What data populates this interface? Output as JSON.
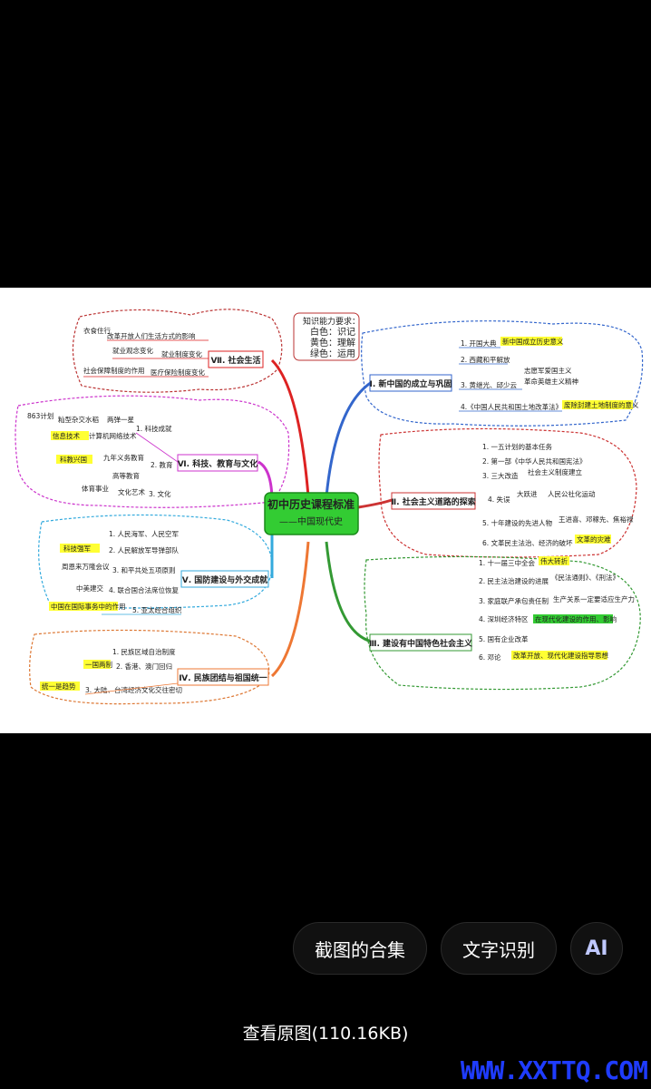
{
  "mindmap": {
    "center_title": "初中历史课程标准",
    "center_subtitle": "——中国现代史",
    "legend": [
      "知识能力要求：",
      "白色：识记",
      "黄色：理解",
      "绿色：运用"
    ],
    "b1": {
      "title": "Ⅰ. 新中国的成立与巩固",
      "l1": "1. 开国大典",
      "h1": "新中国成立历史意义",
      "l2": "2. 西藏和平解放",
      "l3": "3. 黄继光、邱少云",
      "n3a": "志愿军爱国主义",
      "n3b": "革命英雄主义精神",
      "l4": "4.《中国人民共和国土地改革法》",
      "h4": "废除封建土地制度的意义"
    },
    "b2": {
      "title": "Ⅱ. 社会主义道路的探索",
      "l1": "1. 一五计划的基本任务",
      "l2": "2. 第一部《中华人民共和国宪法》",
      "l3": "3. 三大改造",
      "n3": "社会主义制度建立",
      "l4": "4. 失误",
      "n4a": "大跃进",
      "n4b": "人民公社化运动",
      "l5": "5. 十年建设的先进人物",
      "n5": "王进喜、邓稼先、焦裕禄",
      "l6": "6. 文革民主法治、经济的破坏",
      "h6": "文革的灾难"
    },
    "b3": {
      "title": "Ⅲ. 建设有中国特色社会主义",
      "l1": "1. 十一届三中全会",
      "h1": "伟大转折",
      "l2": "2. 民主法治建设的进展",
      "n2": "《民法通则》、《刑法》",
      "l3": "3. 家庭联产承包责任制",
      "n3": "生产关系一定要适应生产力",
      "l4": "4. 深圳经济特区",
      "h4": "在现代化建设的作用、影响",
      "l5": "5. 国有企业改革",
      "l6": "6. 邓论",
      "h6": "改革开放、现代化建设指导思想"
    },
    "b4": {
      "title": "Ⅳ. 民族团结与祖国统一",
      "l1": "1. 民族区域自治制度",
      "l2": "2. 香港、澳门回归",
      "h2": "一国两制",
      "l3": "3. 大陆、台湾经济文化交往密切",
      "h3": "统一是趋势"
    },
    "b5": {
      "title": "Ⅴ. 国防建设与外交成就",
      "l1": "1. 人民海军、人民空军",
      "l2": "2. 人民解放军导弹部队",
      "h2": "科技强军",
      "l3": "3. 和平共处五项原则",
      "n3": "周恩来万隆会议",
      "l4": "4. 联合国合法席位恢复",
      "n4": "中美建交",
      "l5": "5. 亚太经合组织",
      "h5": "中国在国际事务中的作用"
    },
    "b6": {
      "title": "Ⅵ. 科技、教育与文化",
      "l1": "1. 科技成就",
      "n1a": "两弹一星",
      "n1b": "籼型杂交水稻",
      "n1c": "863计划",
      "n1d": "计算机网络技术",
      "h1": "信息技术",
      "l2": "2. 教育",
      "n2a": "九年义务教育",
      "n2b": "高等教育",
      "h2": "科教兴国",
      "l3": "3. 文化",
      "n3a": "文化艺术",
      "n3b": "体育事业"
    },
    "b7": {
      "title": "Ⅶ. 社会生活",
      "n1": "衣食住行",
      "n2": "改革开放人们生活方式的影响",
      "n3": "就业观念变化",
      "n4": "就业制度变化",
      "n5": "社会保障制度的作用",
      "n6": "医疗保险制度变化"
    }
  },
  "toolbar": {
    "collection_label": "截图的合集",
    "ocr_label": "文字识别",
    "ai_label": "AI"
  },
  "view_original": "查看原图(110.16KB)",
  "watermark": "WWW.XXTTQ.COM"
}
